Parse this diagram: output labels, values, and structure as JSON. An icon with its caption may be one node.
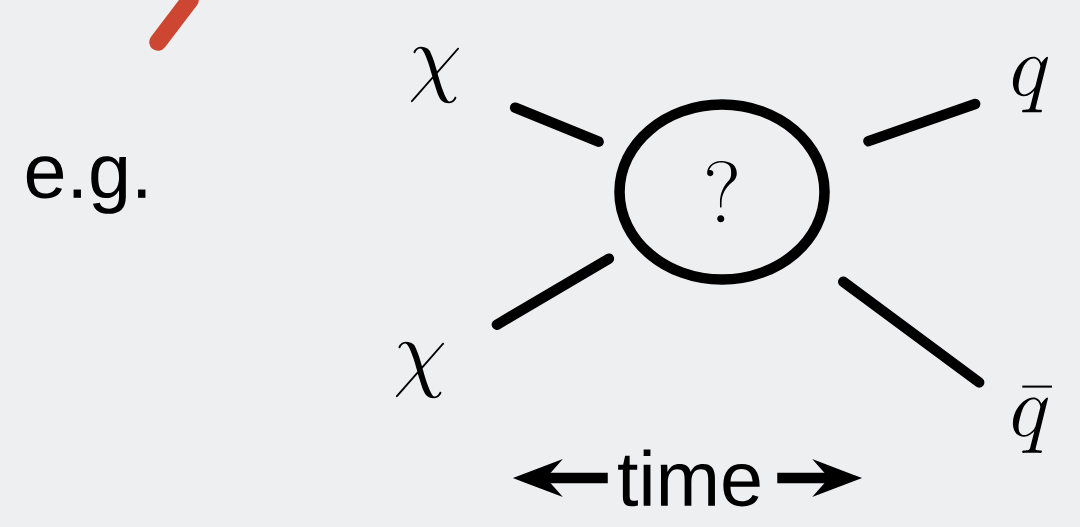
{
  "diagram": {
    "nodes": [
      {
        "text": [
          "\\chi"
        ]
      },
      {
        "text": [
          "\\chi"
        ]
      },
      {
        "text": [
          "?"
        ]
      },
      {
        "text": [
          "q"
        ]
      },
      {
        "text": [
          "\\bar{q}"
        ]
      }
    ],
    "edges": [
      {
        "from": 0,
        "to": 2,
        "arrow": "none"
      },
      {
        "from": 1,
        "to": 2,
        "arrow": "none"
      },
      {
        "from": 2,
        "to": 3,
        "arrow": "none"
      },
      {
        "from": 2,
        "to": 4,
        "arrow": "none"
      }
    ],
    "labels": [
      "e.g.",
      "time"
    ]
  }
}
